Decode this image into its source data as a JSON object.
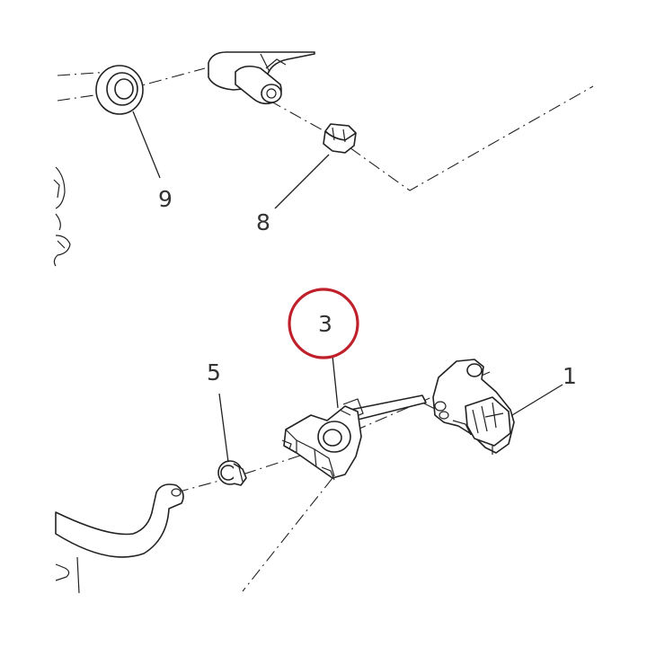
{
  "callouts": [
    {
      "id": "1",
      "label": "1"
    },
    {
      "id": "3",
      "label": "3"
    },
    {
      "id": "5",
      "label": "5"
    },
    {
      "id": "8",
      "label": "8"
    },
    {
      "id": "9",
      "label": "9"
    }
  ],
  "highlight": {
    "target": "3",
    "color": "#c0202a"
  },
  "colors": {
    "line": "#222222",
    "label": "#333333"
  }
}
